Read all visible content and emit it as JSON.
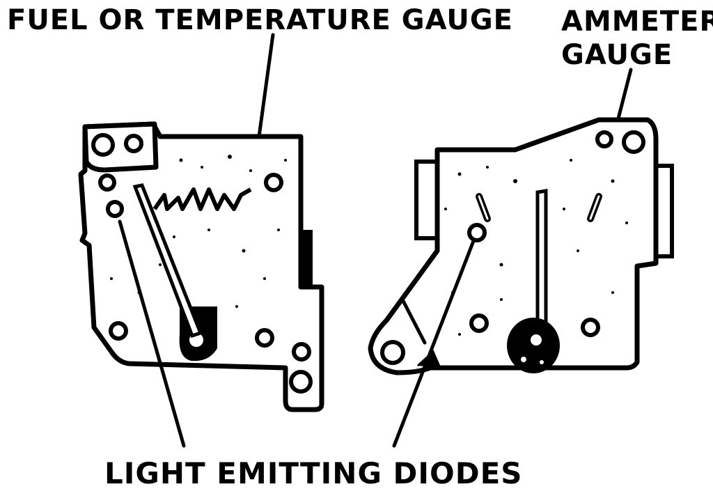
{
  "labels": {
    "fuel_temp_gauge": "FUEL OR TEMPERATURE GAUGE",
    "ammeter_line1": "AMMETER",
    "ammeter_line2": "GAUGE",
    "led": "LIGHT EMITTING  DIODES"
  },
  "colors": {
    "ink": "#000000",
    "paper": "#ffffff"
  }
}
